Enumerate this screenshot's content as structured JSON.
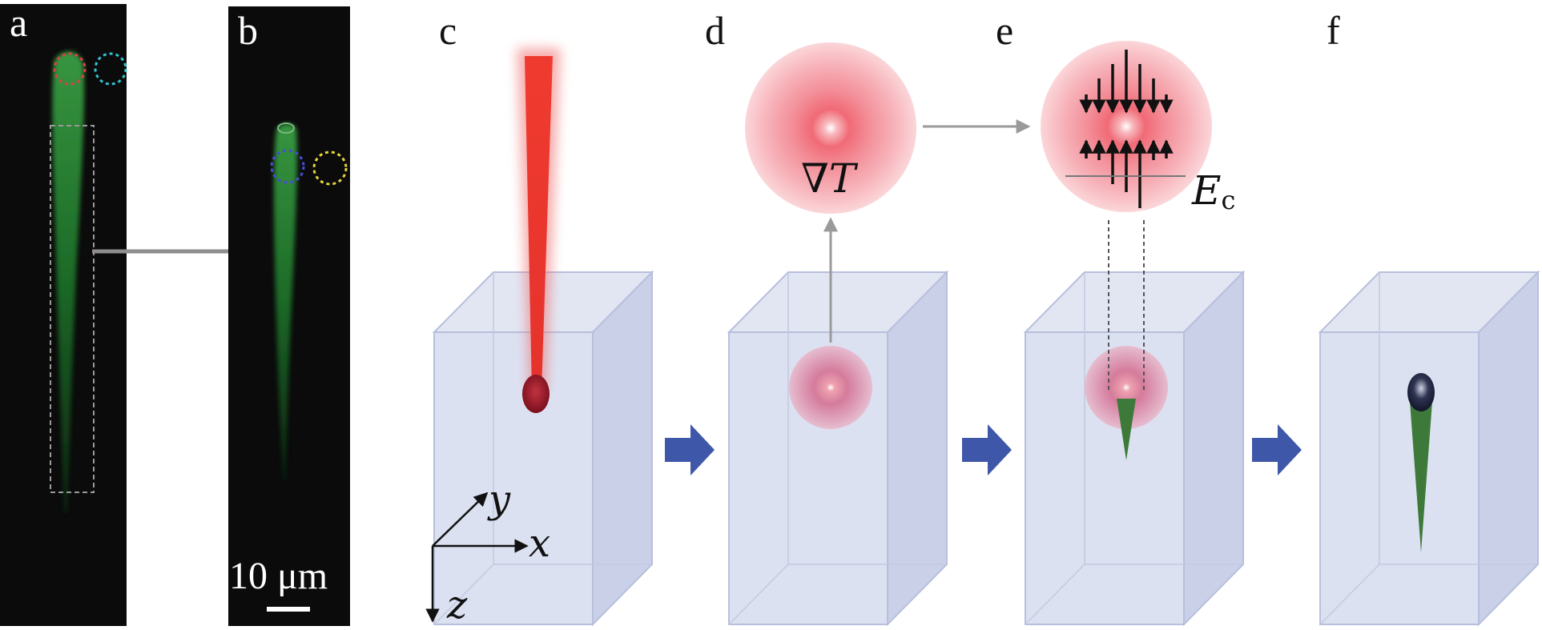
{
  "panels": {
    "a": "a",
    "b": "b",
    "c": "c",
    "d": "d",
    "e": "e",
    "f": "f"
  },
  "scale_bar": {
    "label": "10 μm"
  },
  "axes": {
    "x": "x",
    "y": "y",
    "z": "z"
  },
  "symbols": {
    "gradient": "∇",
    "gradient_var": "T",
    "field": "E",
    "field_sub": "c"
  },
  "colors": {
    "micrograph_bg": "#0a0a0a",
    "track_green": "#2e8b3a",
    "laser_red": "#e8322a",
    "box_face": "#d6dcef",
    "box_edge": "#b7bfdc",
    "step_arrow": "#3f57a8",
    "connector": "#9a9a9a",
    "circle_red": "#e04040",
    "circle_cyan": "#33c2cf",
    "circle_blue": "#4a4adb",
    "circle_yellow": "#e3d63a"
  },
  "icons": [
    "process-arrow-icon",
    "coordinate-axes-icon",
    "field-arrows-icon"
  ]
}
